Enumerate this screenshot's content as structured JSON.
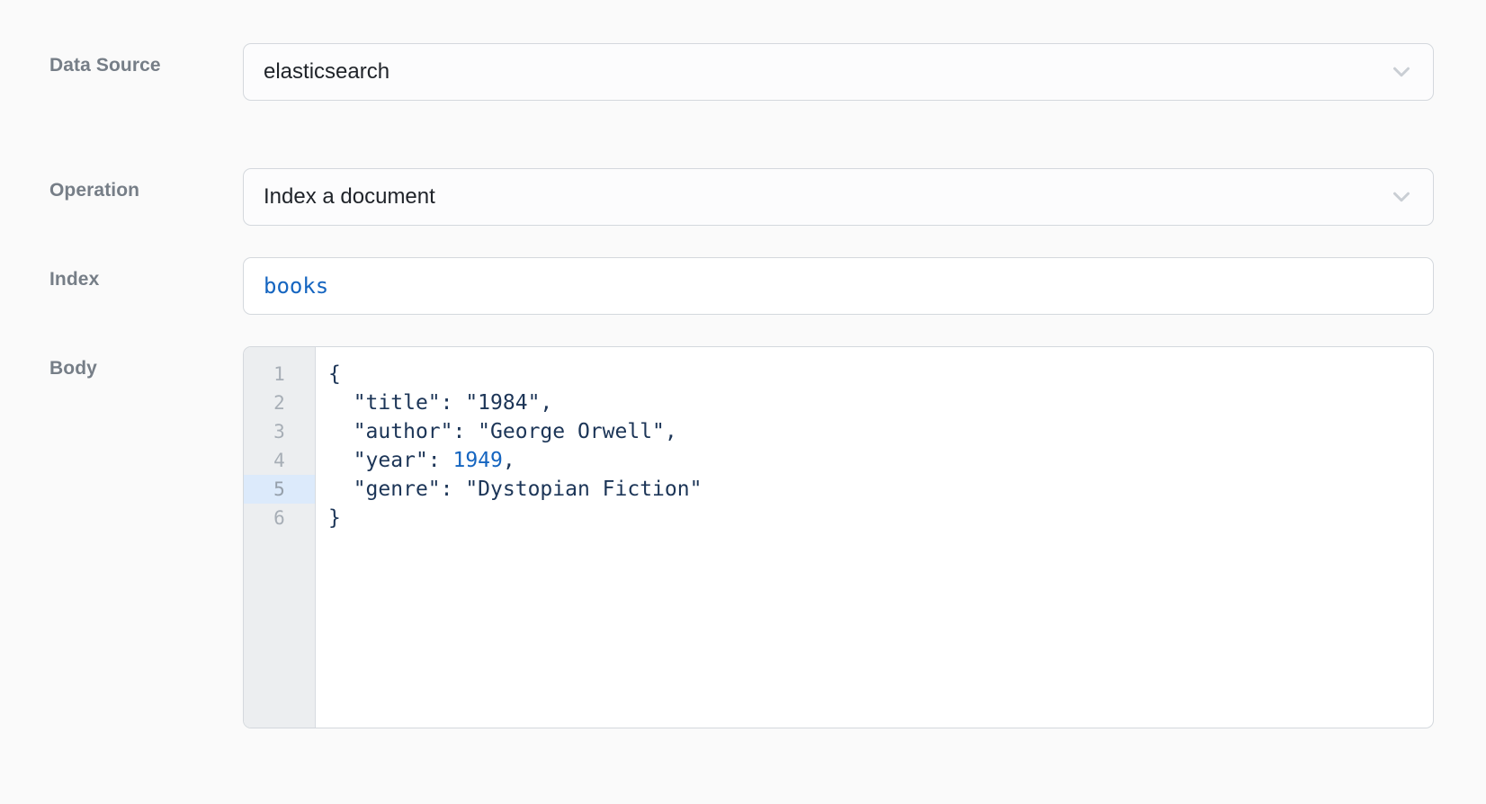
{
  "fields": {
    "data_source": {
      "label": "Data Source",
      "value": "elasticsearch",
      "icon": "chevron-down-icon"
    },
    "operation": {
      "label": "Operation",
      "value": "Index a document",
      "icon": "chevron-down-icon"
    },
    "index": {
      "label": "Index",
      "value": "books",
      "placeholder": "books"
    },
    "body": {
      "label": "Body",
      "gutter": [
        "1",
        "2",
        "3",
        "4",
        "5",
        "6"
      ],
      "active_line": 5,
      "lines": [
        {
          "indent": "",
          "segments": [
            {
              "text": "{",
              "type": "punct"
            }
          ]
        },
        {
          "indent": "  ",
          "segments": [
            {
              "text": "\"title\": \"1984\",",
              "type": "text"
            }
          ]
        },
        {
          "indent": "  ",
          "segments": [
            {
              "text": "\"author\": \"George Orwell\",",
              "type": "text"
            }
          ]
        },
        {
          "indent": "  ",
          "segments": [
            {
              "text": "\"year\": ",
              "type": "text"
            },
            {
              "text": "1949",
              "type": "number"
            },
            {
              "text": ",",
              "type": "text"
            }
          ]
        },
        {
          "indent": "  ",
          "segments": [
            {
              "text": "\"genre\": \"Dystopian Fiction\"",
              "type": "text"
            }
          ]
        },
        {
          "indent": "",
          "segments": [
            {
              "text": "}",
              "type": "punct"
            }
          ]
        }
      ],
      "raw": "{\n  \"title\": \"1984\",\n  \"author\": \"George Orwell\",\n  \"year\": 1949,\n  \"genre\": \"Dystopian Fiction\"\n}"
    }
  },
  "colors": {
    "page_background": "#fafafa",
    "label_text": "#767e87",
    "input_border": "#d4d8dd",
    "value_text": "#1f2329",
    "code_text": "#1c3557",
    "accent_blue": "#1565c0",
    "gutter_background": "#eceef0",
    "gutter_text": "#a7aeb6",
    "active_line_background": "#dceafb"
  }
}
